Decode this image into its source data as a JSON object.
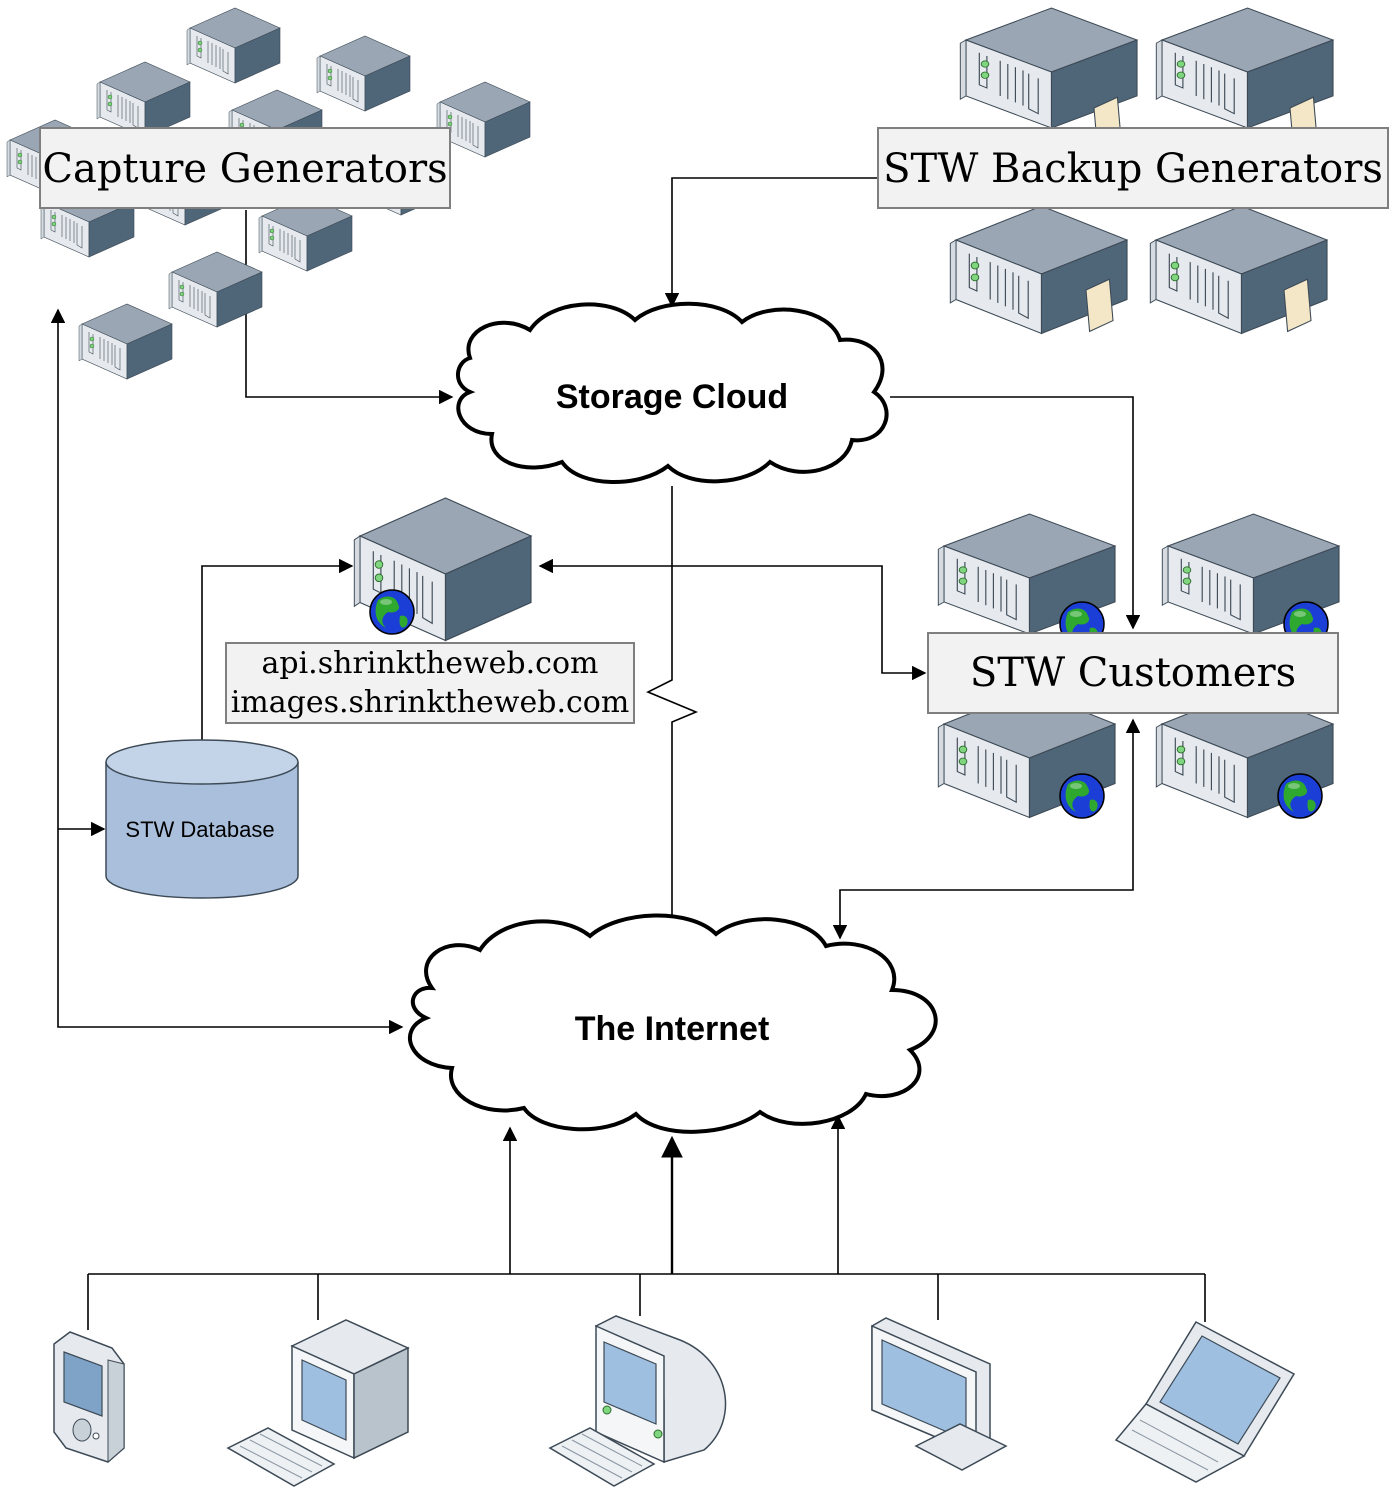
{
  "colors": {
    "server_top": "#9aa6b3",
    "server_front": "#4f6578",
    "server_side": "#e6eaee",
    "led": "#7fd67f",
    "globe_ocean": "#1b3fd6",
    "globe_land": "#2ea82e",
    "database_fill": "#a9bfdc",
    "label_fill": "#f2f2f2",
    "label_stroke": "#7f7f7f",
    "folder": "#f3e7c7"
  },
  "nodes": {
    "capture_generators": {
      "label": "Capture Generators",
      "icon": "server-cluster-icon"
    },
    "backup_generators": {
      "label": "STW Backup Generators",
      "icon": "backup-server-icon"
    },
    "storage_cloud": {
      "label": "Storage Cloud",
      "icon": "cloud-icon"
    },
    "web_server": {
      "label_line1": "api.shrinktheweb.com",
      "label_line2": "images.shrinktheweb.com",
      "icon": "web-server-icon"
    },
    "customers": {
      "label": "STW Customers",
      "icon": "web-server-icon"
    },
    "database": {
      "label": "STW Database",
      "icon": "database-icon"
    },
    "internet": {
      "label": "The Internet",
      "icon": "cloud-icon"
    }
  },
  "clients": [
    {
      "icon": "pda-icon"
    },
    {
      "icon": "desktop-computer-icon"
    },
    {
      "icon": "crt-workstation-icon"
    },
    {
      "icon": "lcd-monitor-icon"
    },
    {
      "icon": "laptop-icon"
    }
  ]
}
